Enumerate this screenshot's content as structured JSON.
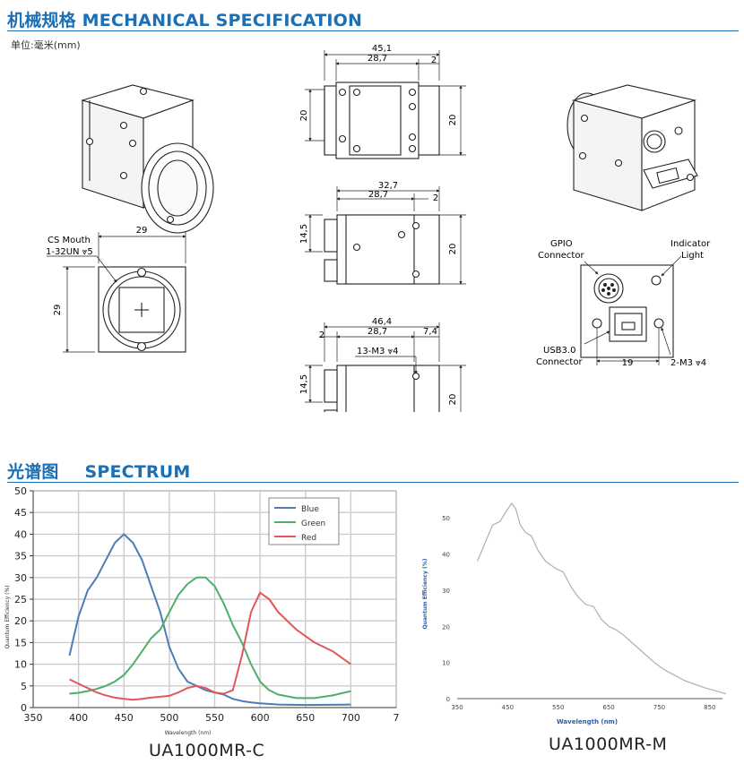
{
  "sections": {
    "mechanical": {
      "cn": "机械规格",
      "en": "MECHANICAL SPECIFICATION"
    },
    "spectrum": {
      "cn": "光谱图",
      "en": "SPECTRUM"
    }
  },
  "unit_label": "单位:毫米(mm)",
  "drawings": {
    "front": {
      "cs_mouth": "CS Mouth",
      "thread": "1-32UN ⩔5",
      "width": "29",
      "height": "29"
    },
    "top": {
      "overall": "45,1",
      "body": "28,7",
      "edge": "2",
      "left_h": "20",
      "right_h": "20"
    },
    "side": {
      "overall": "32,7",
      "body": "28,7",
      "edge": "2",
      "left_h": "14,5",
      "right_h": "20"
    },
    "bottom": {
      "overall": "46,4",
      "edge": "2",
      "body": "28,7",
      "right": "7,4",
      "holes": "13-M3 ⩔4",
      "left_h": "14,5",
      "right_h": "20"
    },
    "rear": {
      "gpio": [
        "GPIO",
        "Connector"
      ],
      "indicator": [
        "Indicator",
        "Light"
      ],
      "usb": [
        "USB3.0",
        "Connector"
      ],
      "spacing": "19",
      "holes": "2-M3 ⩔4"
    }
  },
  "captions": {
    "color": "UA1000MR-C",
    "mono": "UA1000MR-M"
  },
  "chart_data": [
    {
      "type": "line",
      "title": "",
      "xlabel": "Wavelength (nm)",
      "ylabel": "Quantum Efficiency (%)",
      "xlim": [
        350,
        750
      ],
      "ylim": [
        0,
        50
      ],
      "xticks": [
        350,
        400,
        450,
        500,
        550,
        600,
        650,
        700,
        750
      ],
      "yticks": [
        0,
        5,
        10,
        15,
        20,
        25,
        30,
        35,
        40,
        45,
        50
      ],
      "xtick_labels": [
        "350",
        "400",
        "450",
        "500",
        "550",
        "600",
        "650",
        "700",
        "7"
      ],
      "grid": true,
      "legend": "top-right",
      "series": [
        {
          "name": "Blue",
          "color": "#4f7cb7",
          "x": [
            390,
            400,
            410,
            420,
            430,
            440,
            450,
            460,
            470,
            480,
            490,
            500,
            510,
            520,
            530,
            540,
            550,
            560,
            570,
            580,
            590,
            600,
            620,
            650,
            700
          ],
          "y": [
            12,
            21,
            27,
            30,
            34,
            38,
            40,
            38,
            34,
            28,
            22,
            14,
            9,
            6,
            5,
            4,
            3.5,
            3,
            2,
            1.5,
            1.2,
            1,
            0.7,
            0.6,
            0.7
          ]
        },
        {
          "name": "Green",
          "color": "#4fae6a",
          "x": [
            390,
            400,
            410,
            420,
            430,
            440,
            450,
            460,
            470,
            480,
            490,
            500,
            510,
            520,
            530,
            540,
            550,
            560,
            570,
            580,
            590,
            600,
            610,
            620,
            640,
            660,
            680,
            700
          ],
          "y": [
            3.2,
            3.4,
            3.8,
            4.3,
            5,
            6,
            7.5,
            10,
            13,
            16,
            18,
            22,
            26,
            28.5,
            30,
            30,
            28,
            24,
            19,
            15,
            10,
            6,
            4,
            3,
            2.2,
            2.2,
            2.8,
            3.8
          ]
        },
        {
          "name": "Red",
          "color": "#e0585a",
          "x": [
            390,
            400,
            410,
            420,
            430,
            440,
            450,
            460,
            470,
            480,
            490,
            500,
            510,
            520,
            530,
            540,
            550,
            560,
            570,
            580,
            590,
            600,
            610,
            620,
            640,
            660,
            680,
            700
          ],
          "y": [
            6.5,
            5.5,
            4.5,
            3.5,
            2.8,
            2.3,
            2,
            1.8,
            2,
            2.3,
            2.5,
            2.7,
            3.5,
            4.5,
            5,
            4.5,
            3.5,
            3.2,
            4,
            12,
            22,
            26.5,
            25,
            22,
            18,
            15,
            13,
            10
          ]
        }
      ]
    },
    {
      "type": "line",
      "title": "",
      "xlabel": "Wavelength (nm)",
      "ylabel": "Quantum Efficiency (%)",
      "xlim": [
        350,
        900
      ],
      "ylim": [
        0,
        55
      ],
      "xticks": [
        350,
        450,
        550,
        650,
        750,
        850
      ],
      "yticks": [
        0,
        10,
        20,
        30,
        40,
        50
      ],
      "grid": false,
      "series": [
        {
          "name": "",
          "color": "#b0b0b0",
          "x": [
            390,
            405,
            420,
            435,
            448,
            458,
            466,
            475,
            485,
            497,
            510,
            525,
            545,
            560,
            575,
            590,
            605,
            620,
            635,
            650,
            665,
            680,
            700,
            720,
            740,
            760,
            780,
            800,
            820,
            840,
            860,
            880,
            900
          ],
          "y": [
            38,
            43,
            48,
            49,
            52,
            54,
            52.5,
            48,
            46,
            45,
            41,
            38,
            36,
            35,
            31,
            28,
            26,
            25.5,
            22,
            20,
            19,
            17.5,
            15,
            12.5,
            10,
            8,
            6.5,
            5,
            4,
            3,
            2.2,
            1.4,
            0.8
          ]
        }
      ]
    }
  ]
}
